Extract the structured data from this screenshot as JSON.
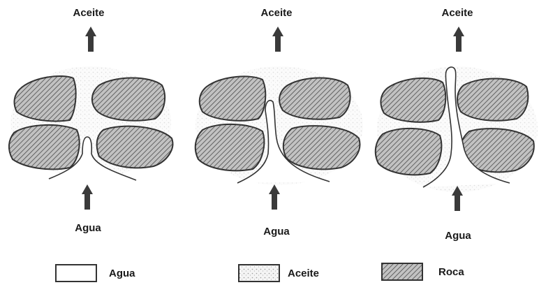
{
  "panels": [
    {
      "top_label": "Aceite",
      "bottom_label": "Agua"
    },
    {
      "top_label": "Aceite",
      "bottom_label": "Agua"
    },
    {
      "top_label": "Aceite",
      "bottom_label": "Agua"
    }
  ],
  "legend": [
    {
      "label": "Agua",
      "swatch": "water"
    },
    {
      "label": "Aceite",
      "swatch": "oil"
    },
    {
      "label": "Roca",
      "swatch": "rock"
    }
  ],
  "colors": {
    "rock_fill": "#b8b8b8",
    "rock_hatch": "#4a4a4a",
    "outline": "#333333",
    "oil_dots": "#9a9a9a",
    "arrow": "#3a3a3a"
  }
}
